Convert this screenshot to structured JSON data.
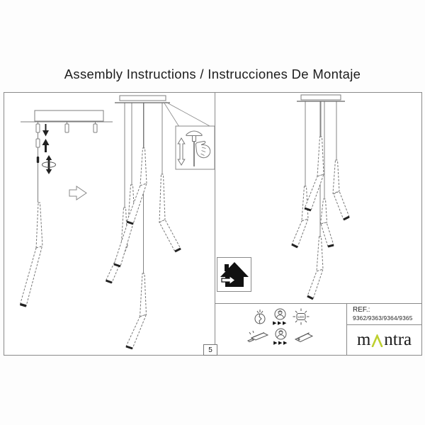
{
  "title": "Assembly Instructions / Instrucciones De Montaje",
  "page_number": "5",
  "ref_box": {
    "label": "REF.:",
    "value": "9362/9363/9364/9365"
  },
  "brand": {
    "prefix": "m",
    "suffix": "ntra",
    "caret_color": "#bed02f"
  },
  "safety": {
    "led_label": "LED",
    "sequence_arrows": "▶▶▶",
    "row1": [
      "broken-lamp",
      "qualified-person",
      "led-light-source"
    ],
    "row2": [
      "damaged-driver",
      "qualified-person",
      "replacement-driver"
    ]
  },
  "diagrams": {
    "step1": "canopy-with-cable-grips-and-pendant-exploded-view",
    "step2": "assembled-pendants-with-height-adjustment-detail",
    "result": "final-installed-fixture",
    "indoor_symbol": "indoor-use-only"
  },
  "colors": {
    "line_gray": "#8a8a8a",
    "drawing_gray": "#777777",
    "ink_black": "#1c1c1c",
    "background": "#ffffff",
    "brand_accent": "#bed02f"
  }
}
